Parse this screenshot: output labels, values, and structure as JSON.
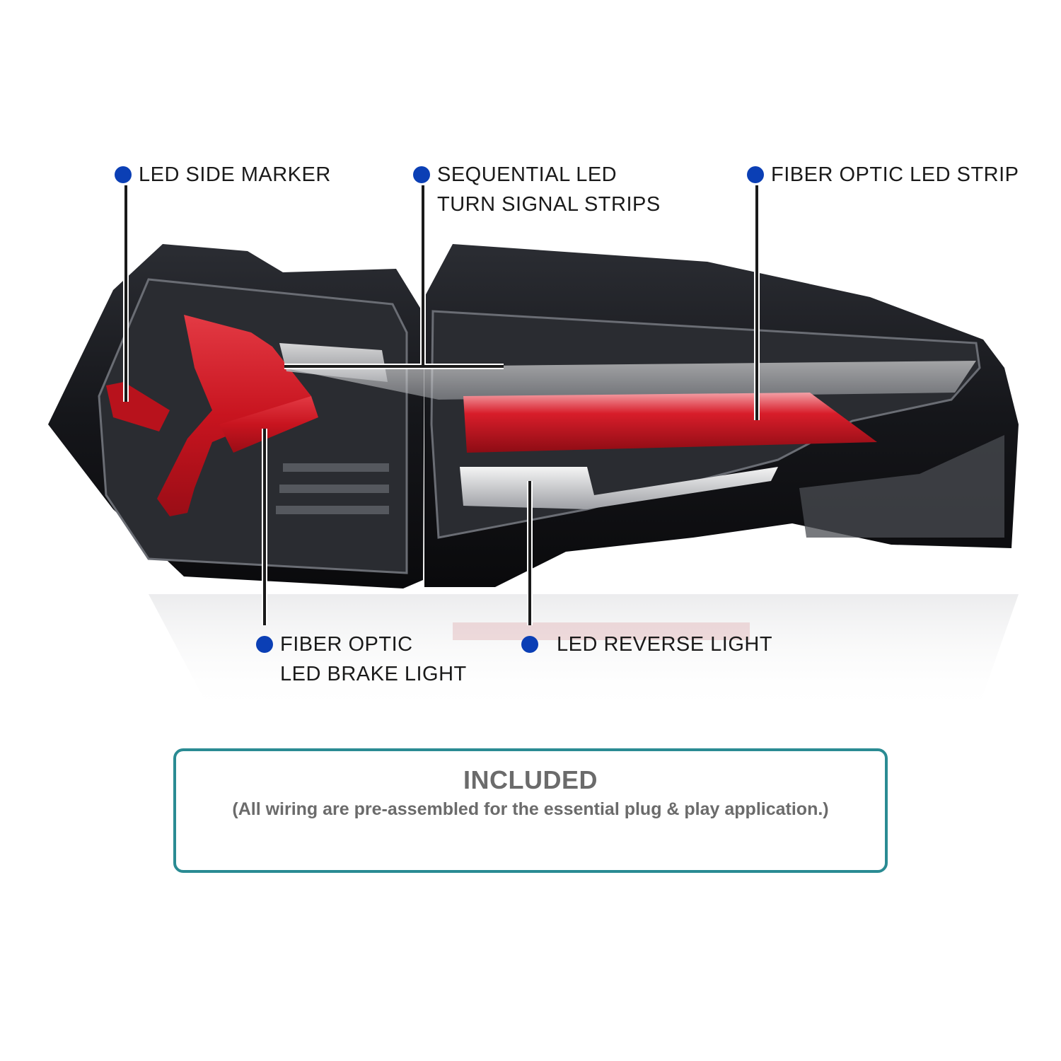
{
  "colors": {
    "dot": "#0b3fb5",
    "leader": "#1a1a1a",
    "panel_border": "#2a8b93",
    "brake_red": "#d01a2a",
    "housing": "#1b1c20"
  },
  "callouts": {
    "side_marker": {
      "lines": [
        "LED SIDE MARKER"
      ]
    },
    "turn_signal": {
      "lines": [
        "SEQUENTIAL LED",
        "TURN SIGNAL STRIPS"
      ]
    },
    "fiber_strip": {
      "lines": [
        "FIBER OPTIC LED STRIP"
      ]
    },
    "brake_light": {
      "lines": [
        "FIBER OPTIC",
        "LED BRAKE LIGHT"
      ]
    },
    "reverse_light": {
      "lines": [
        "LED REVERSE  LIGHT"
      ]
    }
  },
  "included": {
    "title": "INCLUDED",
    "subtitle": "(All wiring are pre-assembled for the essential plug & play application.)"
  }
}
